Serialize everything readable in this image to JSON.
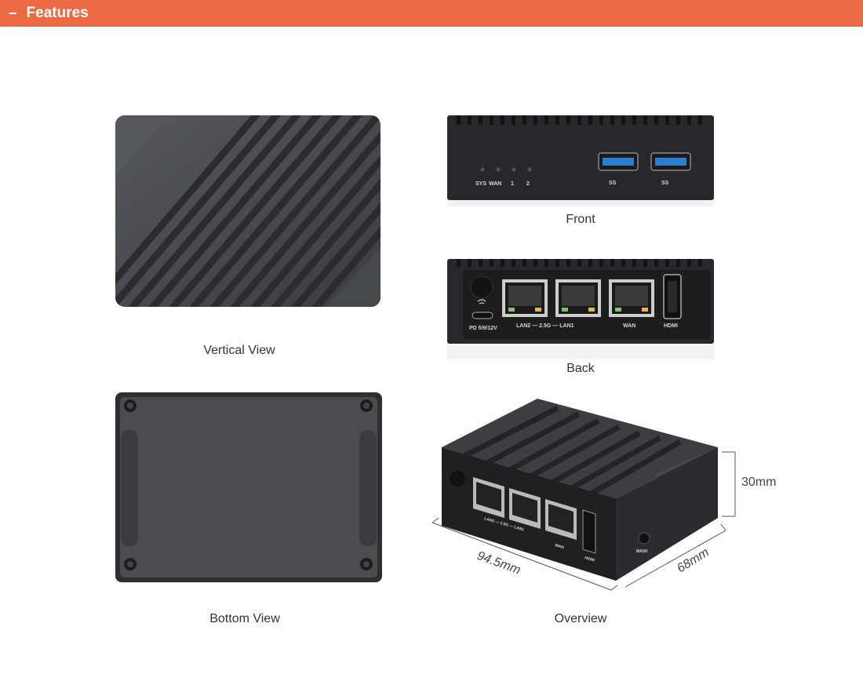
{
  "section": {
    "toggle": "−",
    "title": "Features"
  },
  "views": {
    "vertical": "Vertical View",
    "front": "Front",
    "back": "Back",
    "bottom": "Bottom View",
    "overview": "Overview"
  },
  "front_panel": {
    "leds": [
      "SYS",
      "WAN",
      "1",
      "2"
    ],
    "usb_label": "SS"
  },
  "back_panel": {
    "power_label": "PD 5/9/12V",
    "lan_label": "LAN2 — 2.5G — LAN1",
    "wan_label": "WAN",
    "hdmi_label": "HDMI"
  },
  "overview_ports": {
    "lan_label": "LAN2 — 2.5G — LAN1",
    "wan_label": "WAN",
    "hdmi_label": "HDMI",
    "mask_label": "MASK"
  },
  "dimensions": {
    "height": "30mm",
    "length": "94.5mm",
    "width": "68mm"
  },
  "colors": {
    "header_bg": "#ec6a43",
    "case_dark": "#2c2e31",
    "usb_blue": "#2a7fd4"
  }
}
